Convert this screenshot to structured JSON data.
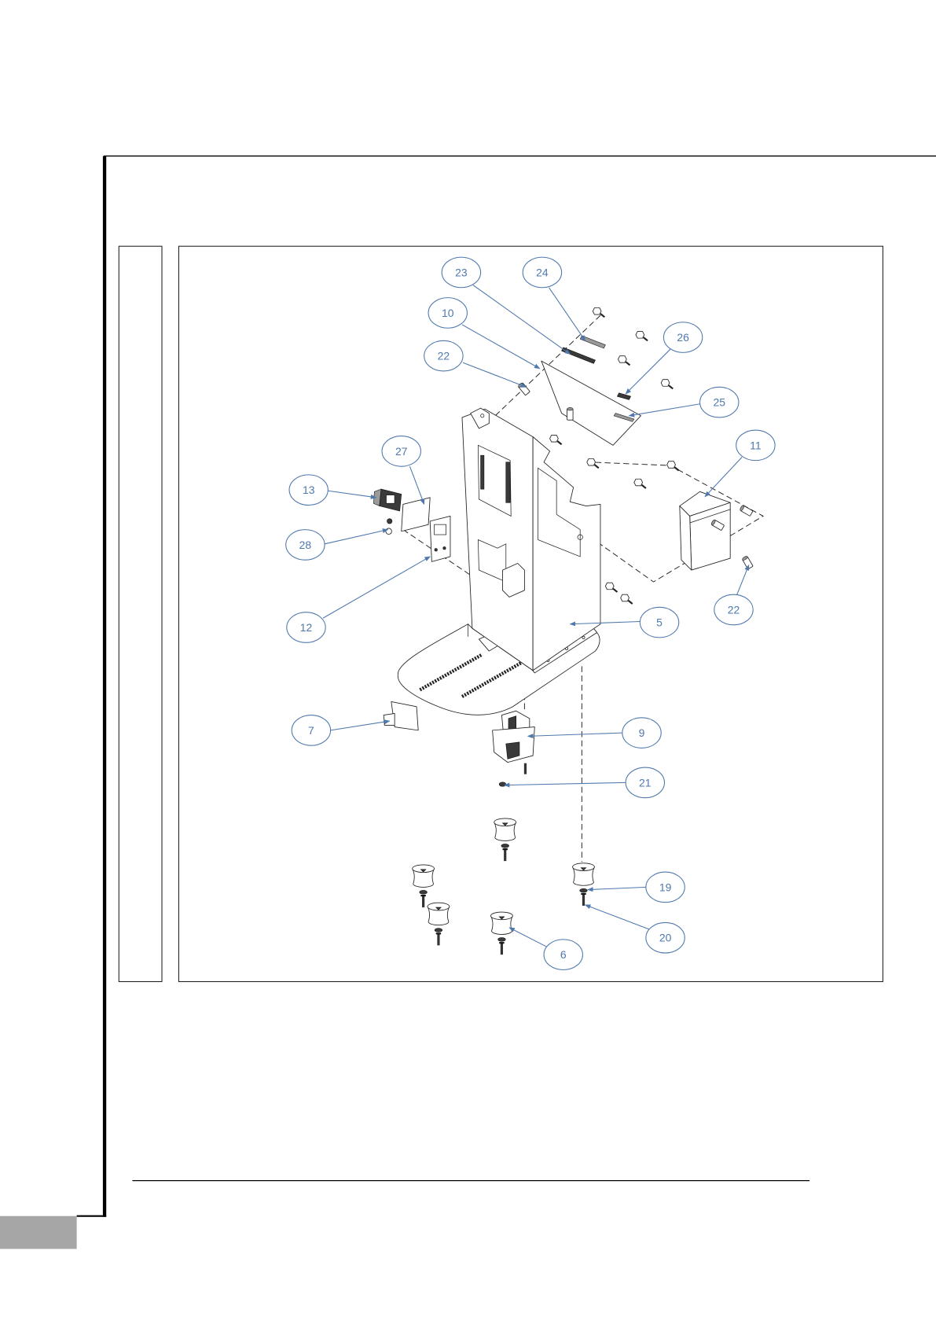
{
  "colors": {
    "callout_blue": "#4f78ad",
    "footer_block_gray": "#a6a6a6",
    "line_black": "#000000"
  },
  "diagram": {
    "callouts": [
      {
        "label": "23"
      },
      {
        "label": "24"
      },
      {
        "label": "10"
      },
      {
        "label": "26"
      },
      {
        "label": "22"
      },
      {
        "label": "25"
      },
      {
        "label": "11"
      },
      {
        "label": "27"
      },
      {
        "label": "13"
      },
      {
        "label": "28"
      },
      {
        "label": "22"
      },
      {
        "label": "12"
      },
      {
        "label": "5"
      },
      {
        "label": "7"
      },
      {
        "label": "9"
      },
      {
        "label": "21"
      },
      {
        "label": "19"
      },
      {
        "label": "20"
      },
      {
        "label": "6"
      }
    ]
  }
}
